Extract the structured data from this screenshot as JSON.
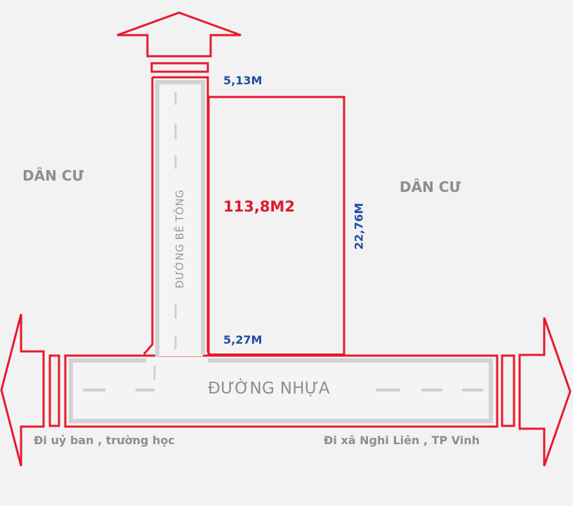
{
  "diagram": {
    "type": "land-plot-site-map",
    "colors": {
      "background": "#f2f2f2",
      "outline": "#e8192c",
      "road_fill": "#f4f4f4",
      "road_edge": "#d2d2d2",
      "dimension_text": "#1f4ea0",
      "area_text": "#e0182c",
      "label_text": "#8e8e8e"
    },
    "plot": {
      "area": "113,8M2",
      "width_top": "5,13M",
      "width_bottom": "5,27M",
      "length_side": "22,76M"
    },
    "neighbors": {
      "left": "DÂN CƯ",
      "right": "DÂN CƯ"
    },
    "roads": {
      "vertical": "ĐƯỜNG BÊ TÔNG",
      "horizontal": "ĐƯỜNG NHỰA"
    },
    "directions": {
      "left": "Đi uỷ ban , trường học",
      "right": "Đi xã Nghi Liên , TP Vinh",
      "up": "up-arrow"
    }
  }
}
